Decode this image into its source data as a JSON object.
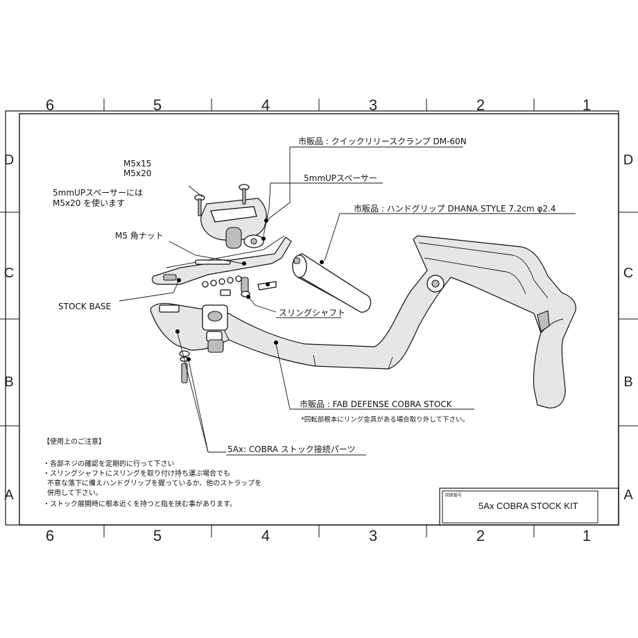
{
  "grid": {
    "columns": [
      "6",
      "5",
      "4",
      "3",
      "2",
      "1"
    ],
    "rows": [
      "D",
      "C",
      "B",
      "A"
    ]
  },
  "callouts": {
    "screws_1": "M5x15",
    "screws_2": "M5x20",
    "spacer_note_1": "5mmUPスペーサーには",
    "spacer_note_2": "M5x20 を使います",
    "clamp": "市販品 : クイックリリースクランプ DM-60N",
    "spacer": "5mmUPスペーサー",
    "handgrip": "市販品 : ハンドグリップ DHANA STYLE 7.2cm φ2.4",
    "square_nut": "M5 角ナット",
    "stock_base": "STOCK BASE",
    "sling_shaft": "スリングシャフト",
    "cobra_stock": "市販品 : FAB DEFENSE COBRA STOCK",
    "cobra_stock_note": "*回転部根本にリング金具がある場合取り外して下さい。",
    "connector": "5Ax: COBRA ストック接続パーツ"
  },
  "notes": {
    "heading": "【使用上のご注意】",
    "lines": [
      "・各部ネジの確認を定期的に行って下さい",
      "・スリングシャフトにスリングを取り付け持ち運ぶ場合でも",
      "不意な落下に備えハンドグリップを握っているか、他のストラップを",
      "併用して下さい。",
      "・ストック展開時に根本近くを持つと指を挟む事があります。"
    ]
  },
  "title_block": {
    "label": "図面番号",
    "title": "5Ax COBRA STOCK KIT"
  }
}
